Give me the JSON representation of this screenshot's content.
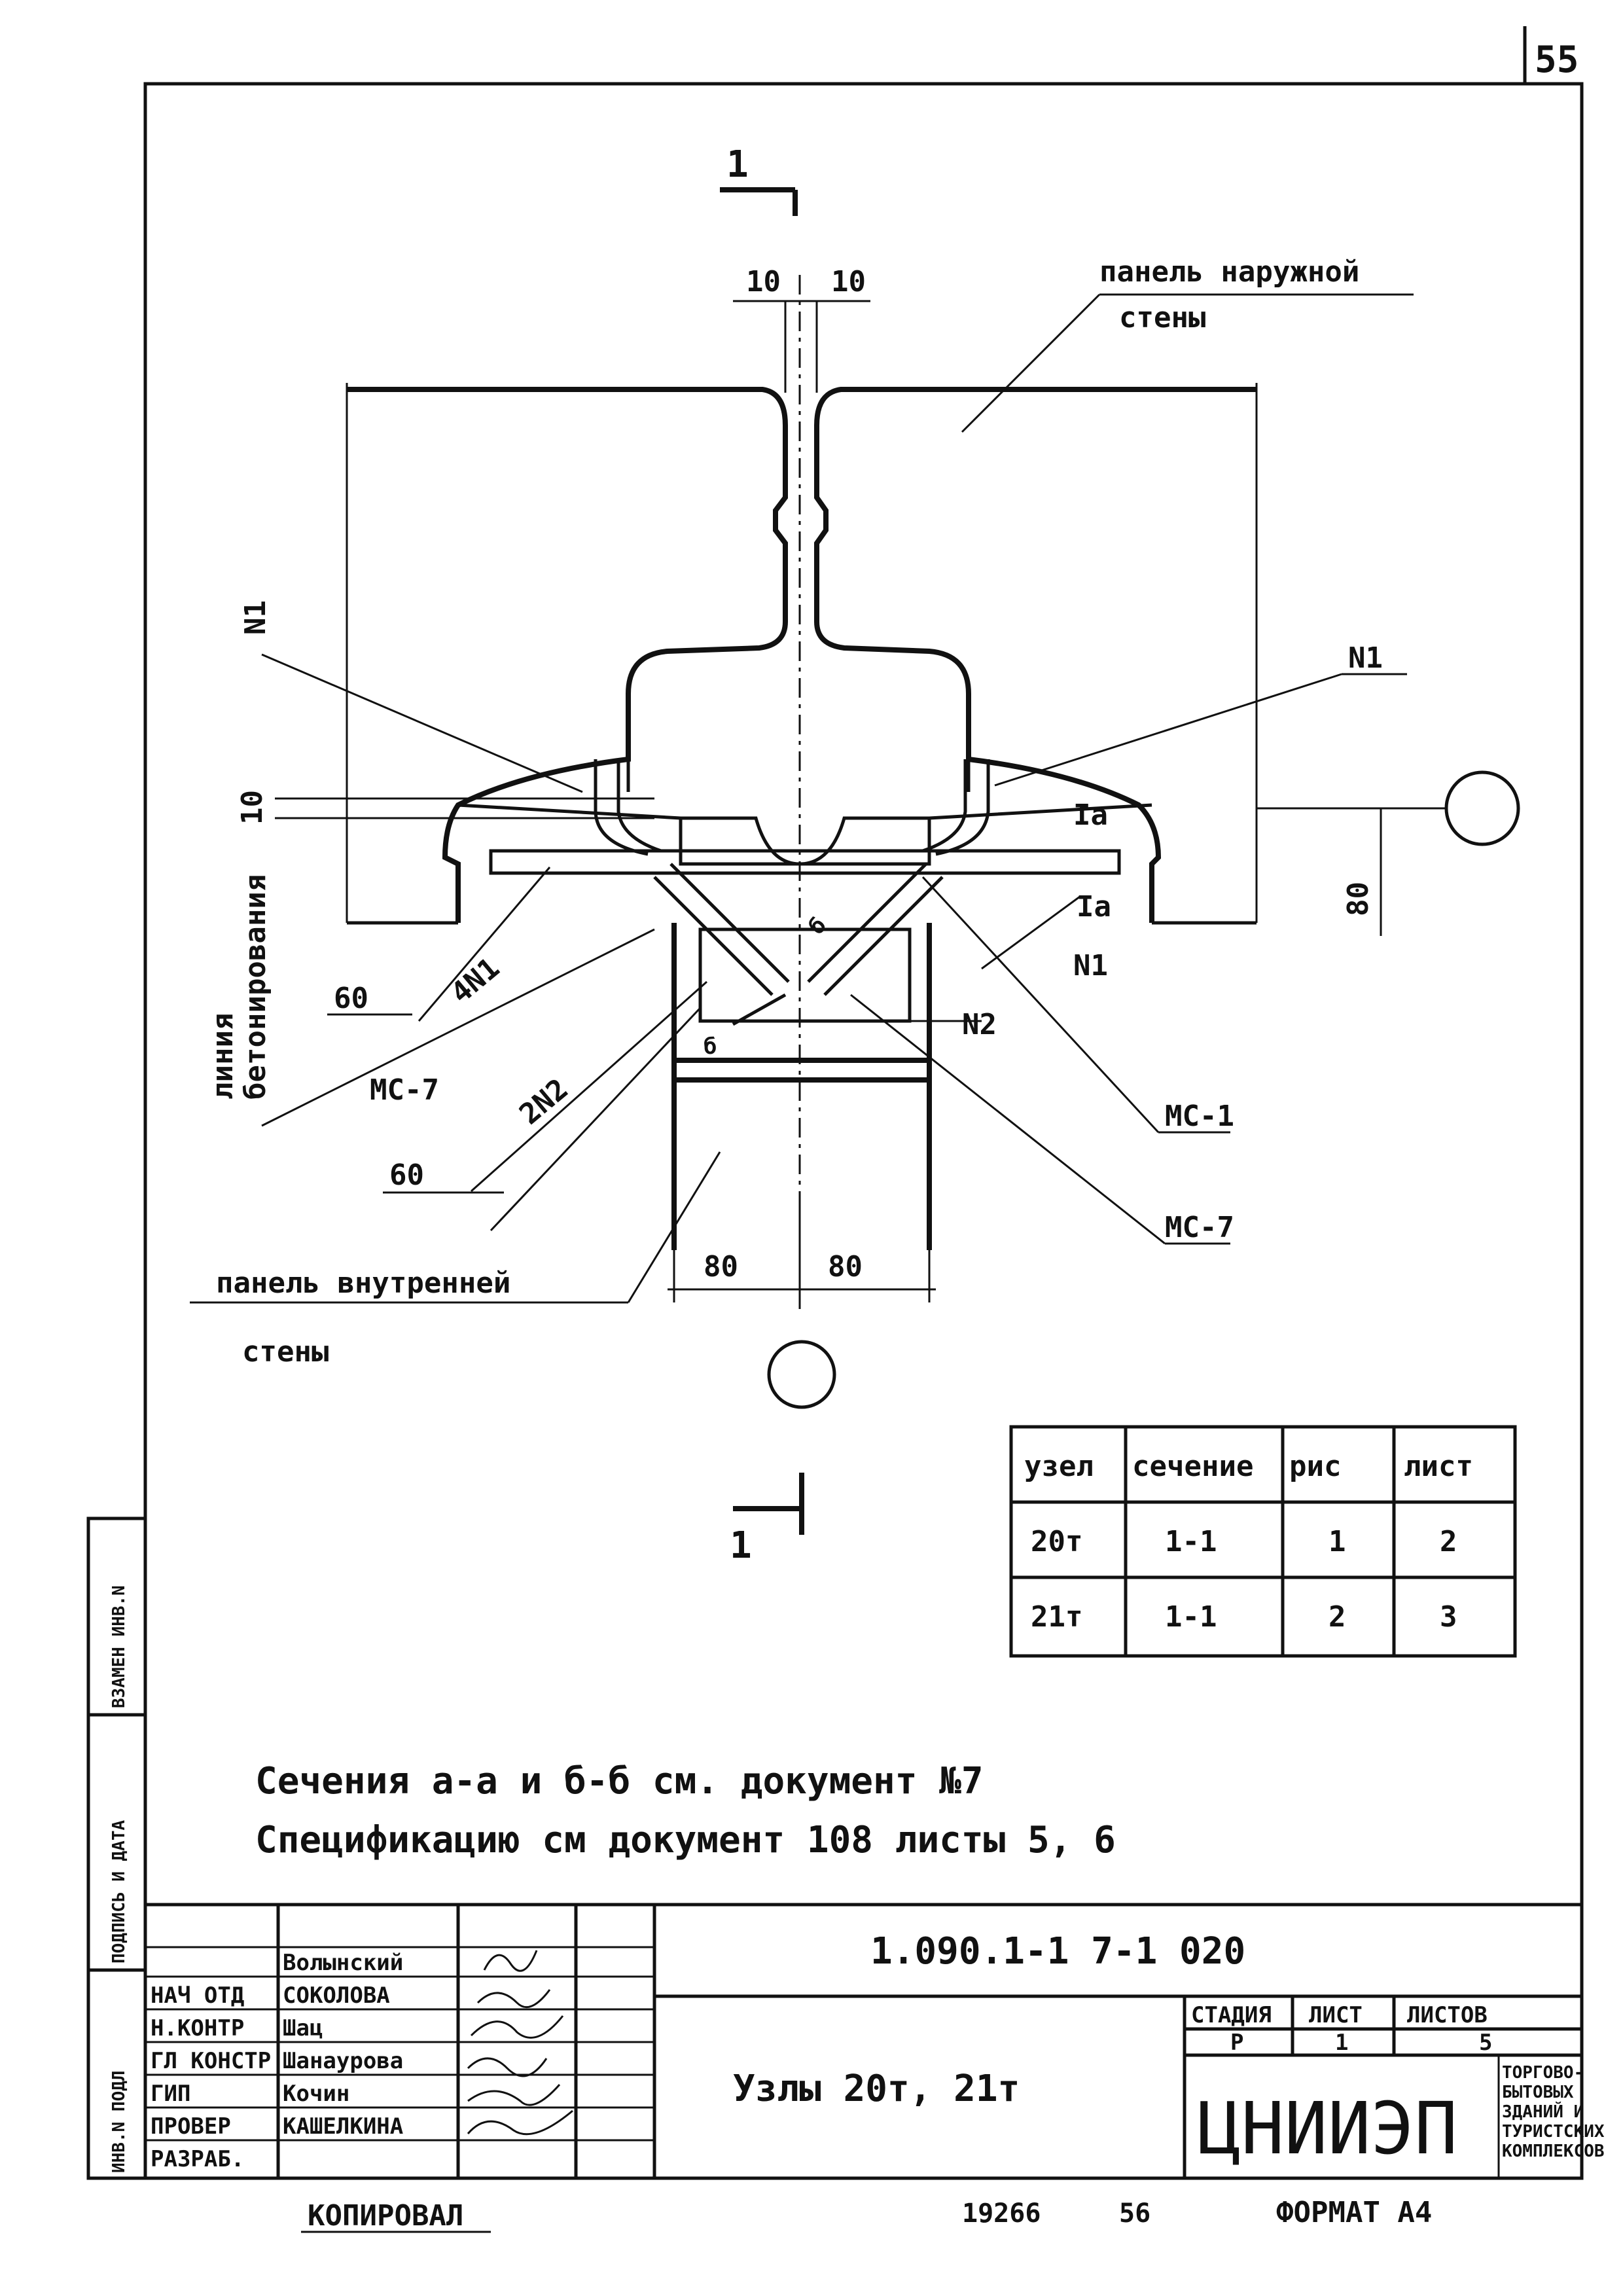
{
  "page_number": "55",
  "section_mark": "1",
  "dims": {
    "d10a": "10",
    "d10b": "10",
    "d10c": "10",
    "d80v": "80",
    "d80l": "80",
    "d80r": "80",
    "d60a": "60",
    "d60b": "60"
  },
  "labels": {
    "outer_panel_l1": "панель наружной",
    "outer_panel_l2": "стены",
    "inner_panel_l1": "панель внутренней",
    "inner_panel_l2": "стены",
    "concrete_l1": "линия",
    "concrete_l2": "бетонирования",
    "n1_left_top": "N1",
    "n1_right": "N1",
    "n1_mid": "N1",
    "n2": "N2",
    "4n1": "4N1",
    "2n2": "2N2",
    "mc7_left": "МС-7",
    "mc1": "МС-1",
    "mc7_right": "МС-7",
    "la_top": "Iа",
    "la_bot": "Iа",
    "b_left": "б",
    "b_right": "б"
  },
  "ref_table": {
    "headers": [
      "узел",
      "сечение",
      "рис",
      "лист"
    ],
    "rows": [
      [
        "20т",
        "1-1",
        "1",
        "2"
      ],
      [
        "21т",
        "1-1",
        "2",
        "3"
      ]
    ]
  },
  "notes": {
    "line1": "Сечения а-а и б-б см. документ №7",
    "line2": "Спецификацию см документ 108 листы 5, 6"
  },
  "title_block": {
    "doc_code": "1.090.1-1 7-1 020",
    "title": "Узлы 20т, 21т",
    "roles": [
      {
        "role": "НАЧ ОТД",
        "name": "Волынский"
      },
      {
        "role": "Н.КОНТР",
        "name": "СОКОЛОВА"
      },
      {
        "role": "ГЛ КОНСТР",
        "name": "Шац"
      },
      {
        "role": "ГИП",
        "name": "Шанаурова"
      },
      {
        "role": "ПРОВЕР",
        "name": "Кочин"
      },
      {
        "role": "РАЗРАБ.",
        "name": "КАШЕЛКИНА"
      }
    ],
    "stage_header": "СТАДИЯ",
    "sheet_header": "ЛИСТ",
    "sheets_header": "ЛИСТОВ",
    "stage": "Р",
    "sheet": "1",
    "sheets": "5",
    "org": "ЦНИИЭП",
    "org_sub": [
      "ТОРГОВО-",
      "БЫТОВЫХ",
      "ЗДАНИЙ И",
      "ТУРИСТСКИХ",
      "КОМПЛЕКСОВ"
    ]
  },
  "side_stamp": [
    "ИНВ.N ПОДЛ",
    "ПОДПИСЬ И ДАТА",
    "ВЗАМЕН ИНВ.N"
  ],
  "footer": {
    "copied": "КОПИРОВАЛ",
    "num1": "19266",
    "num2": "56",
    "format": "ФОРМАТ А4"
  }
}
